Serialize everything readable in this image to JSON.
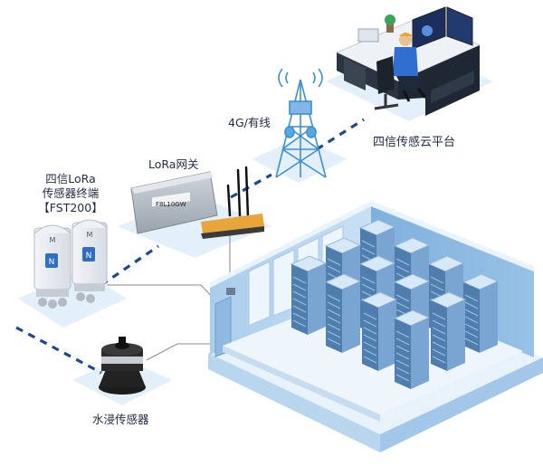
{
  "labels": {
    "terminal_line1": "四信LoRa",
    "terminal_line2": "传感器终端",
    "terminal_line3": "【FST200】",
    "gateway": "LoRa网关",
    "network": "4G/有线",
    "cloud": "四信传感云平台",
    "water_sensor": "水浸传感器",
    "gateway_device_text": "F8L10GW"
  },
  "colors": {
    "dashed_link": "#1f4a8a",
    "floor": "#dcebf7",
    "wall": "#9fc6e8",
    "rack_front": "#5a86b5",
    "rack_top": "#cfe3f5",
    "text": "#1f2a44"
  }
}
